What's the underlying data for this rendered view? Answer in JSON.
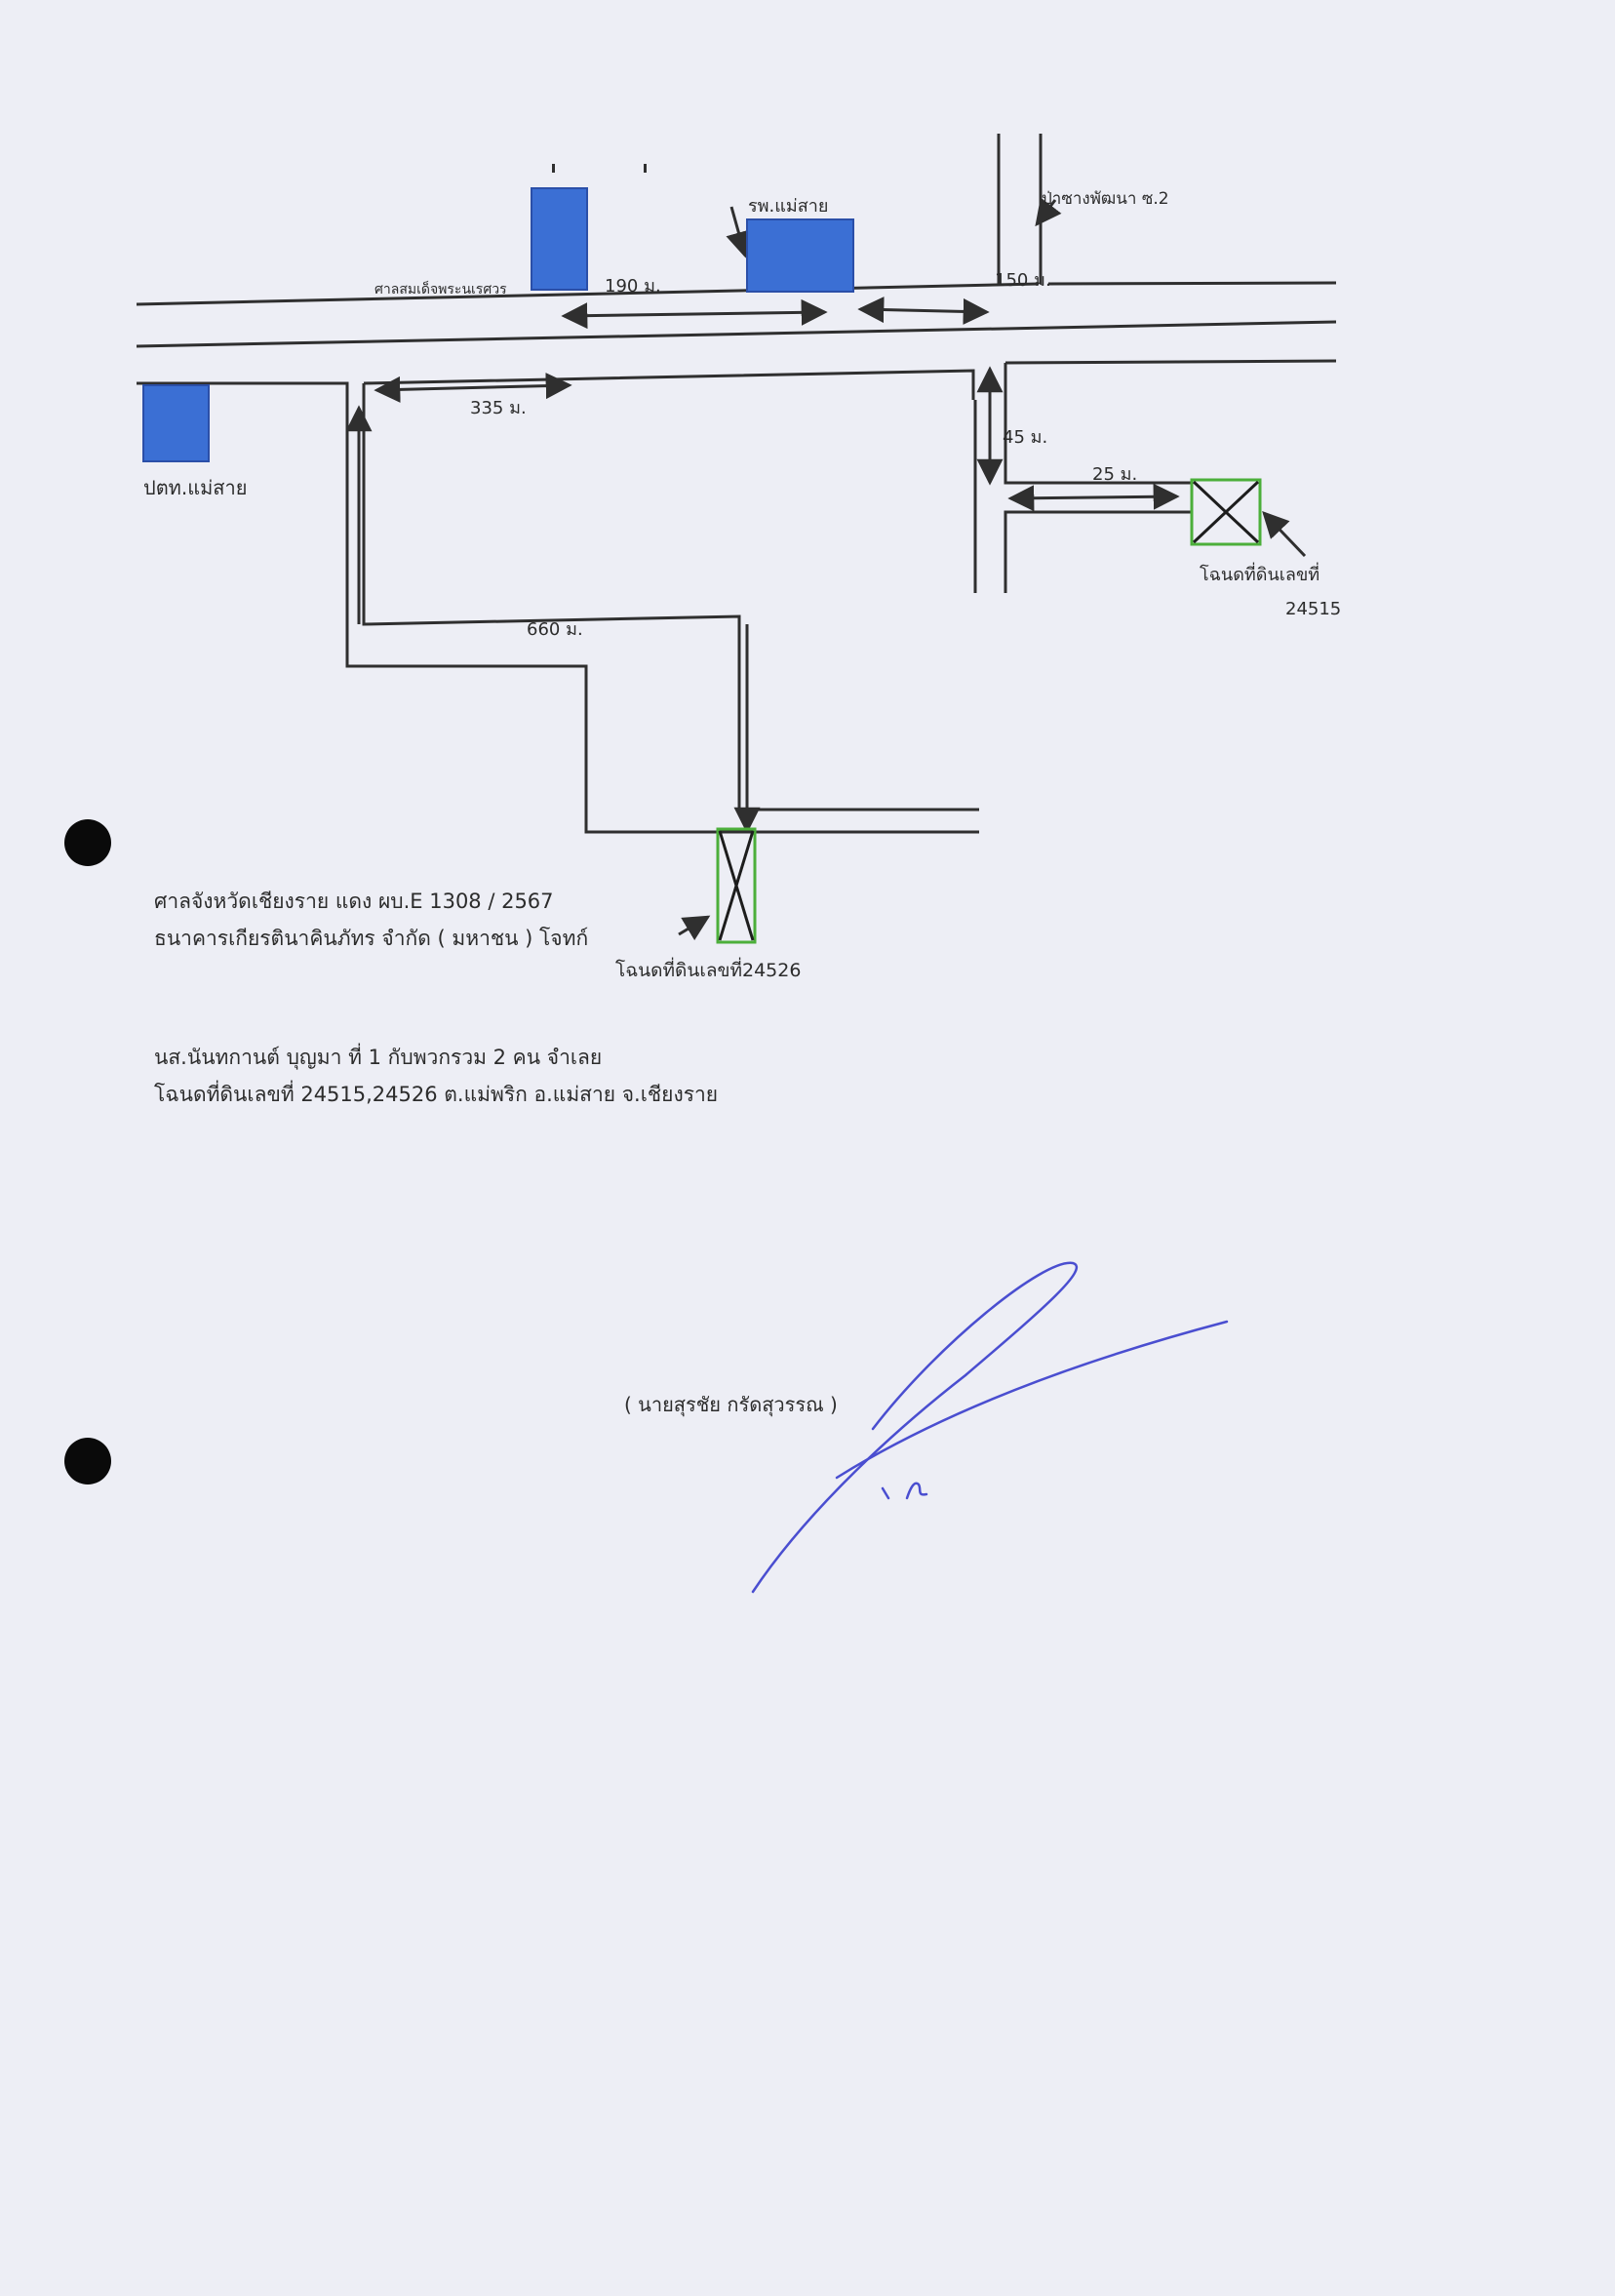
{
  "map": {
    "court_hall_label": "ศาลสมเด็จพระนเรศวร",
    "hospital_label": "รพ.แม่สาย",
    "soi_label": "ป่าซางพัฒนา ซ.2",
    "police_label": "ปตท.แม่สาย",
    "distance_190": "190 ม.",
    "distance_150": "150 ม.",
    "distance_335": "335 ม.",
    "distance_45": "45 ม.",
    "distance_25": "25 ม.",
    "distance_660": "660 ม.",
    "deed_right_label_1": "โฉนดที่ดินเลขที่",
    "deed_right_label_2": "24515",
    "deed_bottom_label": "โฉนดที่ดินเลขที่24526",
    "colors": {
      "building": "#3b6fd4",
      "plot_border": "#4caf3a",
      "line": "#2f2f2f"
    }
  },
  "case": {
    "line1": "ศาลจังหวัดเชียงราย แดง ผบ.E 1308 / 2567",
    "line2": "ธนาคารเกียรตินาคินภัทร จำกัด ( มหาชน )   โจทก์",
    "line3": "นส.นันทกานต์ บุญมา  ที่ 1 กับพวกรวม 2 คน จำเลย",
    "line4": "โฉนดที่ดินเลขที่ 24515,24526 ต.แม่พริก อ.แม่สาย จ.เชียงราย"
  },
  "signature": {
    "name": "( นายสุรชัย กรัดสุวรรณ )",
    "ink_color": "#4a4ed0"
  }
}
